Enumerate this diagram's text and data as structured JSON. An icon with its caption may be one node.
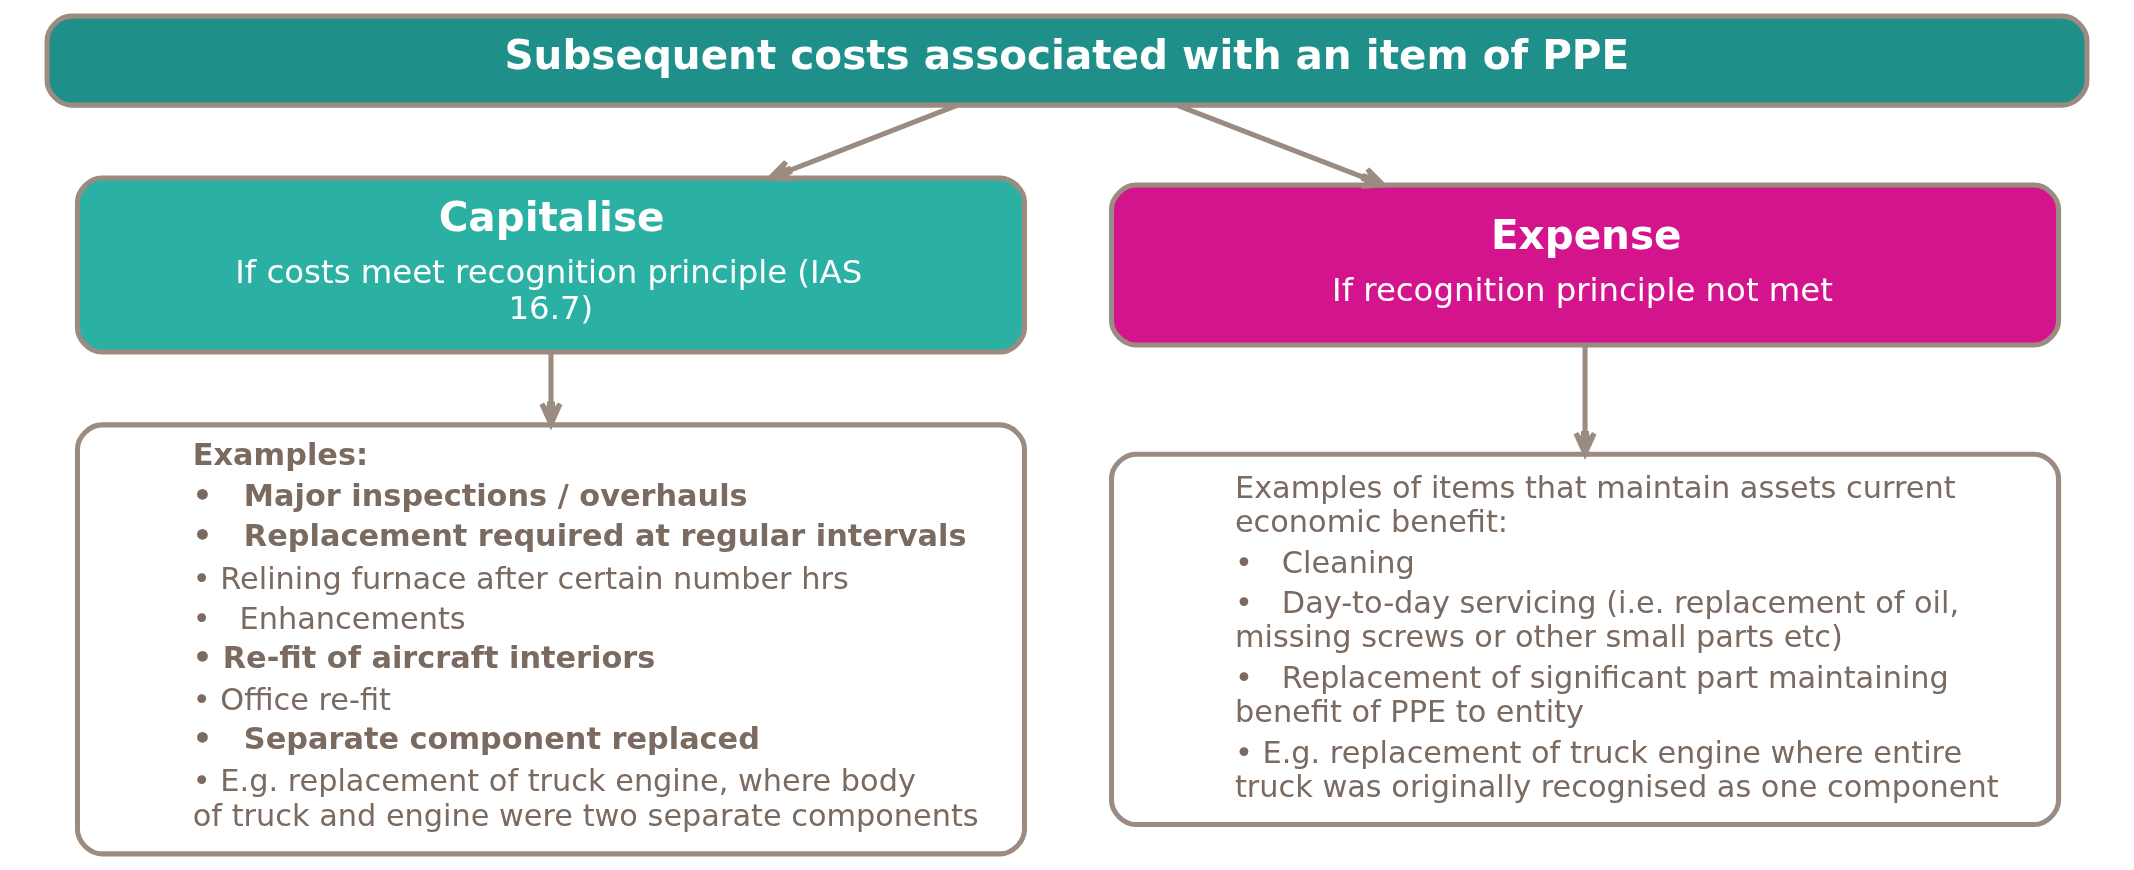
{
  "diagram": {
    "nodes": [
      {
        "text": [
          "Subsequent costs associated with an item of PPE"
        ]
      },
      {
        "text": [
          "Capitalise",
          "If costs meet recognition principle (IAS 16.7)"
        ]
      },
      {
        "text": [
          "Expense",
          "If recognition principle not met"
        ]
      },
      {
        "text": [
          "Examples:",
          "•   Major inspections / overhauls",
          "•   Replacement required at regular intervals",
          "• Relining furnace after certain number hrs",
          "•   Enhancements",
          "• Re-fit of aircraft interiors",
          "• Office re-fit",
          "•   Separate component replaced",
          "• E.g. replacement of truck engine, where body of truck and engine were two separate components"
        ]
      },
      {
        "text": [
          "Examples of items that maintain assets current economic benefit:",
          "•   Cleaning",
          "•   Day-to-day servicing (i.e. replacement of oil, missing screws or other small parts etc)",
          "•   Replacement of significant part maintaining benefit of PPE to entity",
          "• E.g. replacement of truck engine where entire truck was originally recognised as one component"
        ]
      }
    ],
    "edges": [
      {
        "from": 0,
        "to": 1,
        "arrow": "to"
      },
      {
        "from": 0,
        "to": 2,
        "arrow": "to"
      },
      {
        "from": 1,
        "to": 3,
        "arrow": "to"
      },
      {
        "from": 2,
        "to": 4,
        "arrow": "to"
      }
    ]
  }
}
